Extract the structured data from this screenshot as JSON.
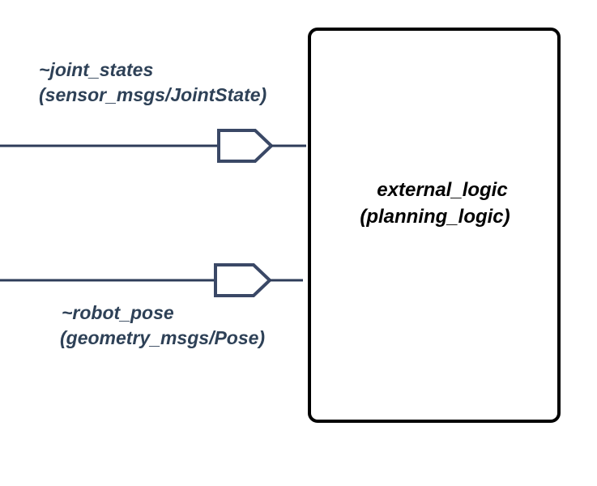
{
  "node": {
    "name": "external_logic",
    "type": "(planning_logic)"
  },
  "inputs": [
    {
      "topic": "~joint_states",
      "msg_type": "(sensor_msgs/JointState)"
    },
    {
      "topic": "~robot_pose",
      "msg_type": "(geometry_msgs/Pose)"
    }
  ],
  "colors": {
    "wire": "#2e3c59",
    "port": "#3a4866",
    "topic_text": "#2e4157",
    "node_border": "#000000"
  }
}
